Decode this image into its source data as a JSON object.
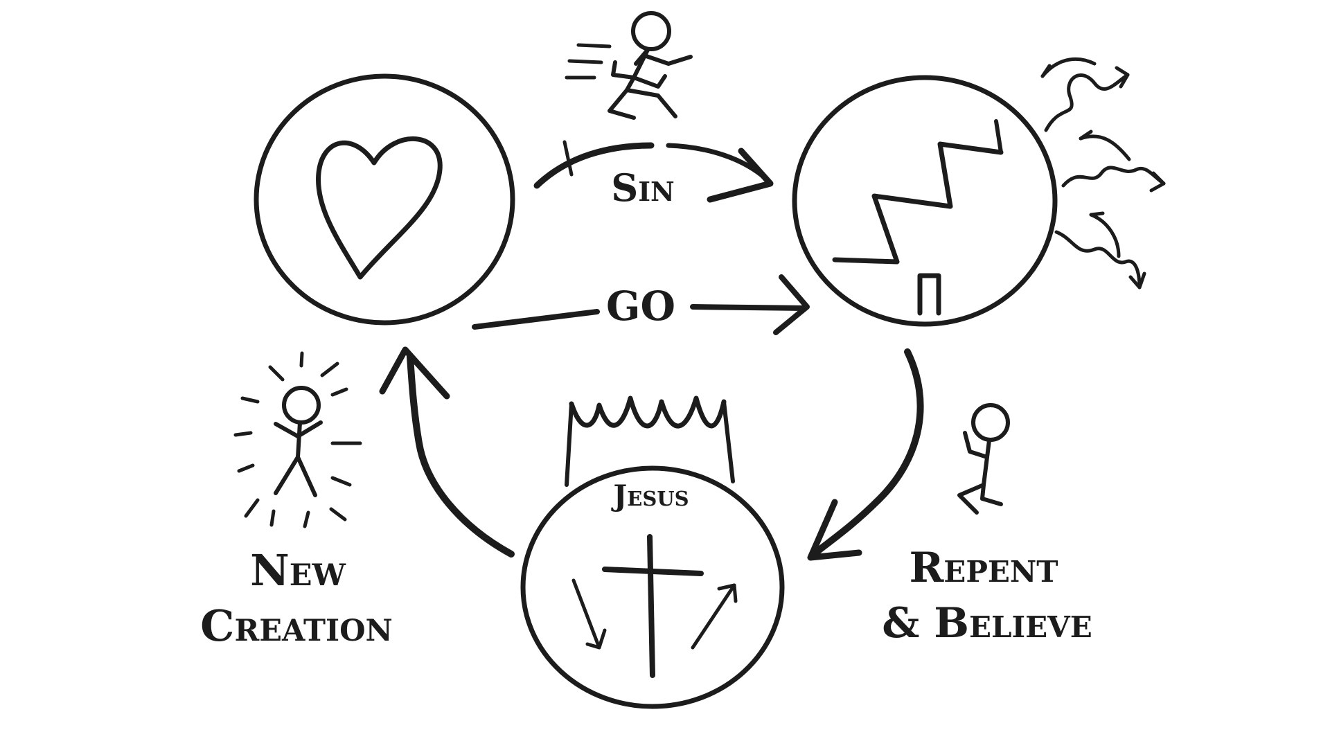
{
  "labels": {
    "sin": "Sin",
    "go": "GO",
    "jesus": "Jesus",
    "new_line1": "New",
    "new_line2": "Creation",
    "repent_line1": "Repent",
    "repent_line2": "& Believe"
  },
  "colors": {
    "ink": "#1c1c1c",
    "background": "#ffffff"
  },
  "icons": {
    "design": "heart-icon",
    "broken": "zigzag-crack-icon",
    "savior": "cross-icon",
    "crown": "crown-icon",
    "running": "running-person-icon",
    "kneeling": "kneeling-person-icon",
    "radiant": "radiant-person-icon",
    "scatter": "scatter-arrows-icon"
  }
}
